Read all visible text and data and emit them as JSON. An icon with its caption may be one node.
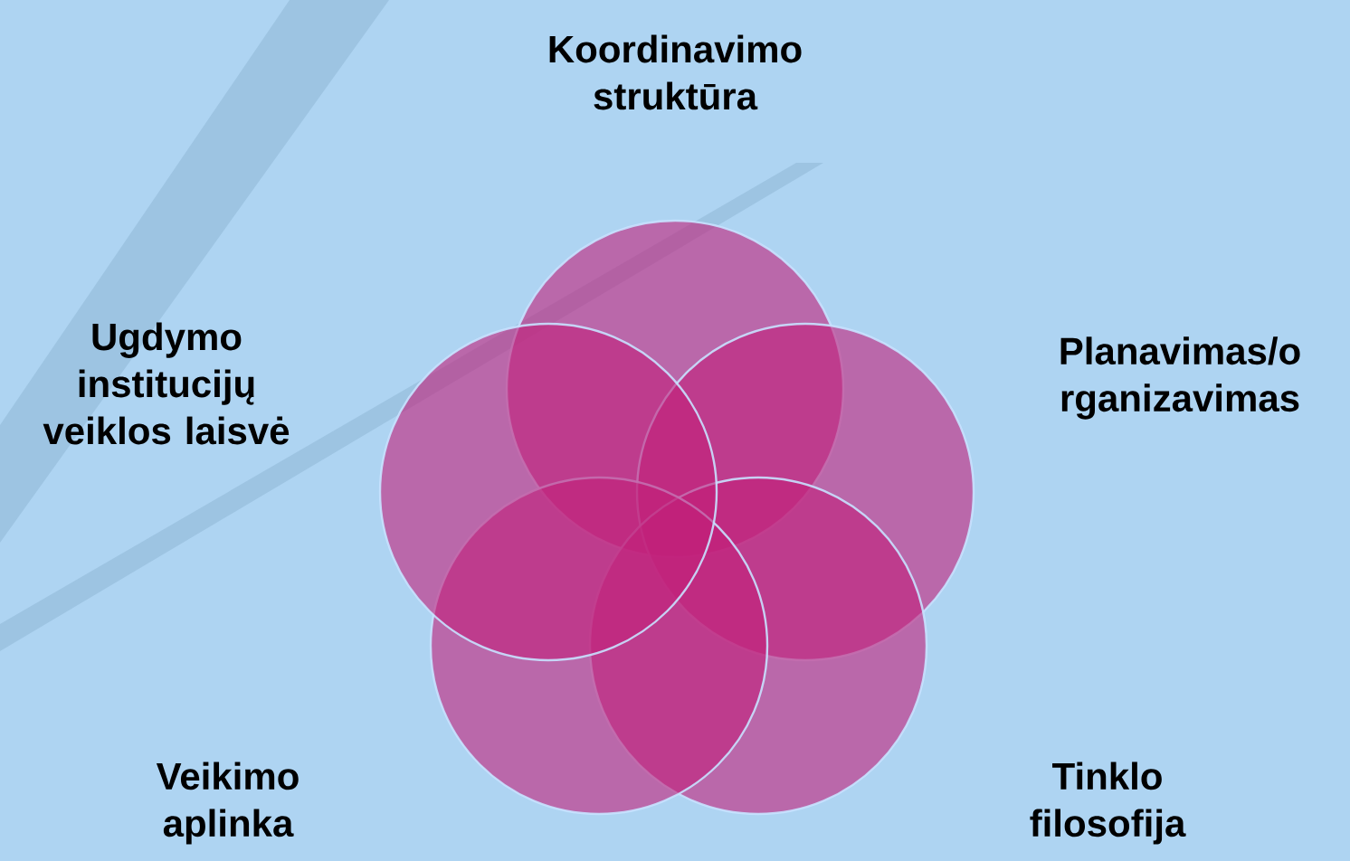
{
  "diagram": {
    "nodes": [
      {
        "text": [],
        "shape": "circle",
        "beside": [
          "Koordinavimo struktūra"
        ]
      },
      {
        "text": [],
        "shape": "circle",
        "beside": [
          "Planavimas/o rganizavimas"
        ]
      },
      {
        "text": [],
        "shape": "circle",
        "beside": [
          "Tinklo filosofija"
        ]
      },
      {
        "text": [],
        "shape": "circle",
        "beside": [
          "Veikimo aplinka"
        ]
      },
      {
        "text": [],
        "shape": "circle",
        "beside": [
          "Ugdymo institucijų veiklos laisvė"
        ]
      }
    ]
  }
}
